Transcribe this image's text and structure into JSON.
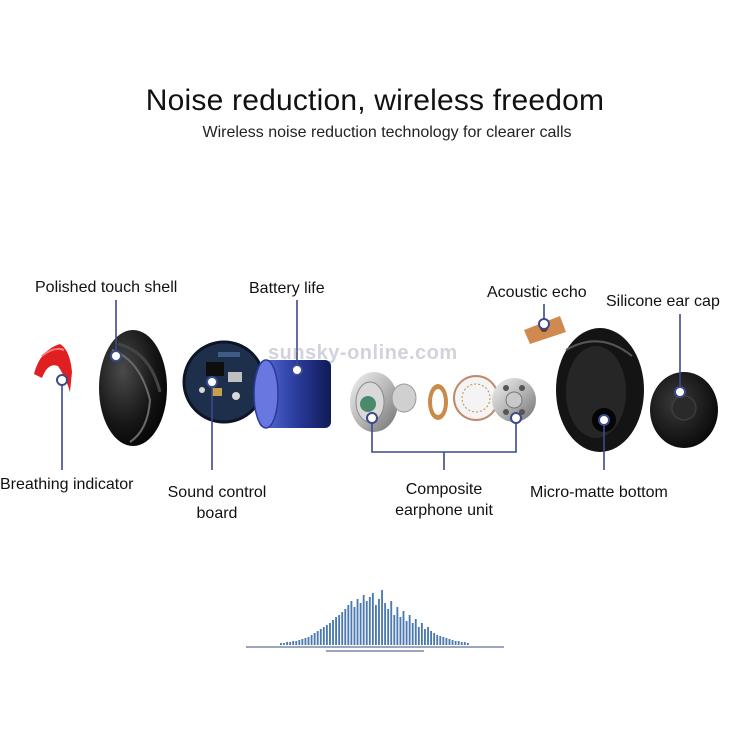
{
  "header": {
    "title": "Noise reduction, wireless freedom",
    "subtitle": "Wireless noise reduction technology for clearer calls"
  },
  "labels": {
    "polished_shell": "Polished touch shell",
    "battery_life": "Battery life",
    "acoustic_echo": "Acoustic echo",
    "silicone_cap": "Silicone ear cap",
    "breathing": "Breathing indicator",
    "sound_board_1": "Sound control",
    "sound_board_2": "board",
    "composite_1": "Composite",
    "composite_2": "earphone unit",
    "micro_matte": "Micro-matte bottom"
  },
  "watermark": "sunsky-online.com",
  "colors": {
    "leader": "#3b4a8c",
    "indicator": "#e02020",
    "shell": "#1a1a1a",
    "battery": "#2a3fa8",
    "pcb": "#1d2f4a",
    "copper": "#c98a4a",
    "wave": "#4a78b0"
  },
  "waveform": {
    "levels": [
      2,
      2,
      3,
      3,
      4,
      4,
      5,
      6,
      7,
      8,
      10,
      12,
      14,
      16,
      18,
      20,
      22,
      25,
      28,
      30,
      33,
      36,
      40,
      44,
      38,
      46,
      42,
      50,
      44,
      48,
      52,
      40,
      46,
      55,
      42,
      36,
      44,
      30,
      38,
      28,
      34,
      24,
      30,
      22,
      26,
      18,
      22,
      16,
      18,
      14,
      12,
      10,
      9,
      8,
      7,
      6,
      5,
      4,
      4,
      3,
      3,
      2
    ]
  }
}
